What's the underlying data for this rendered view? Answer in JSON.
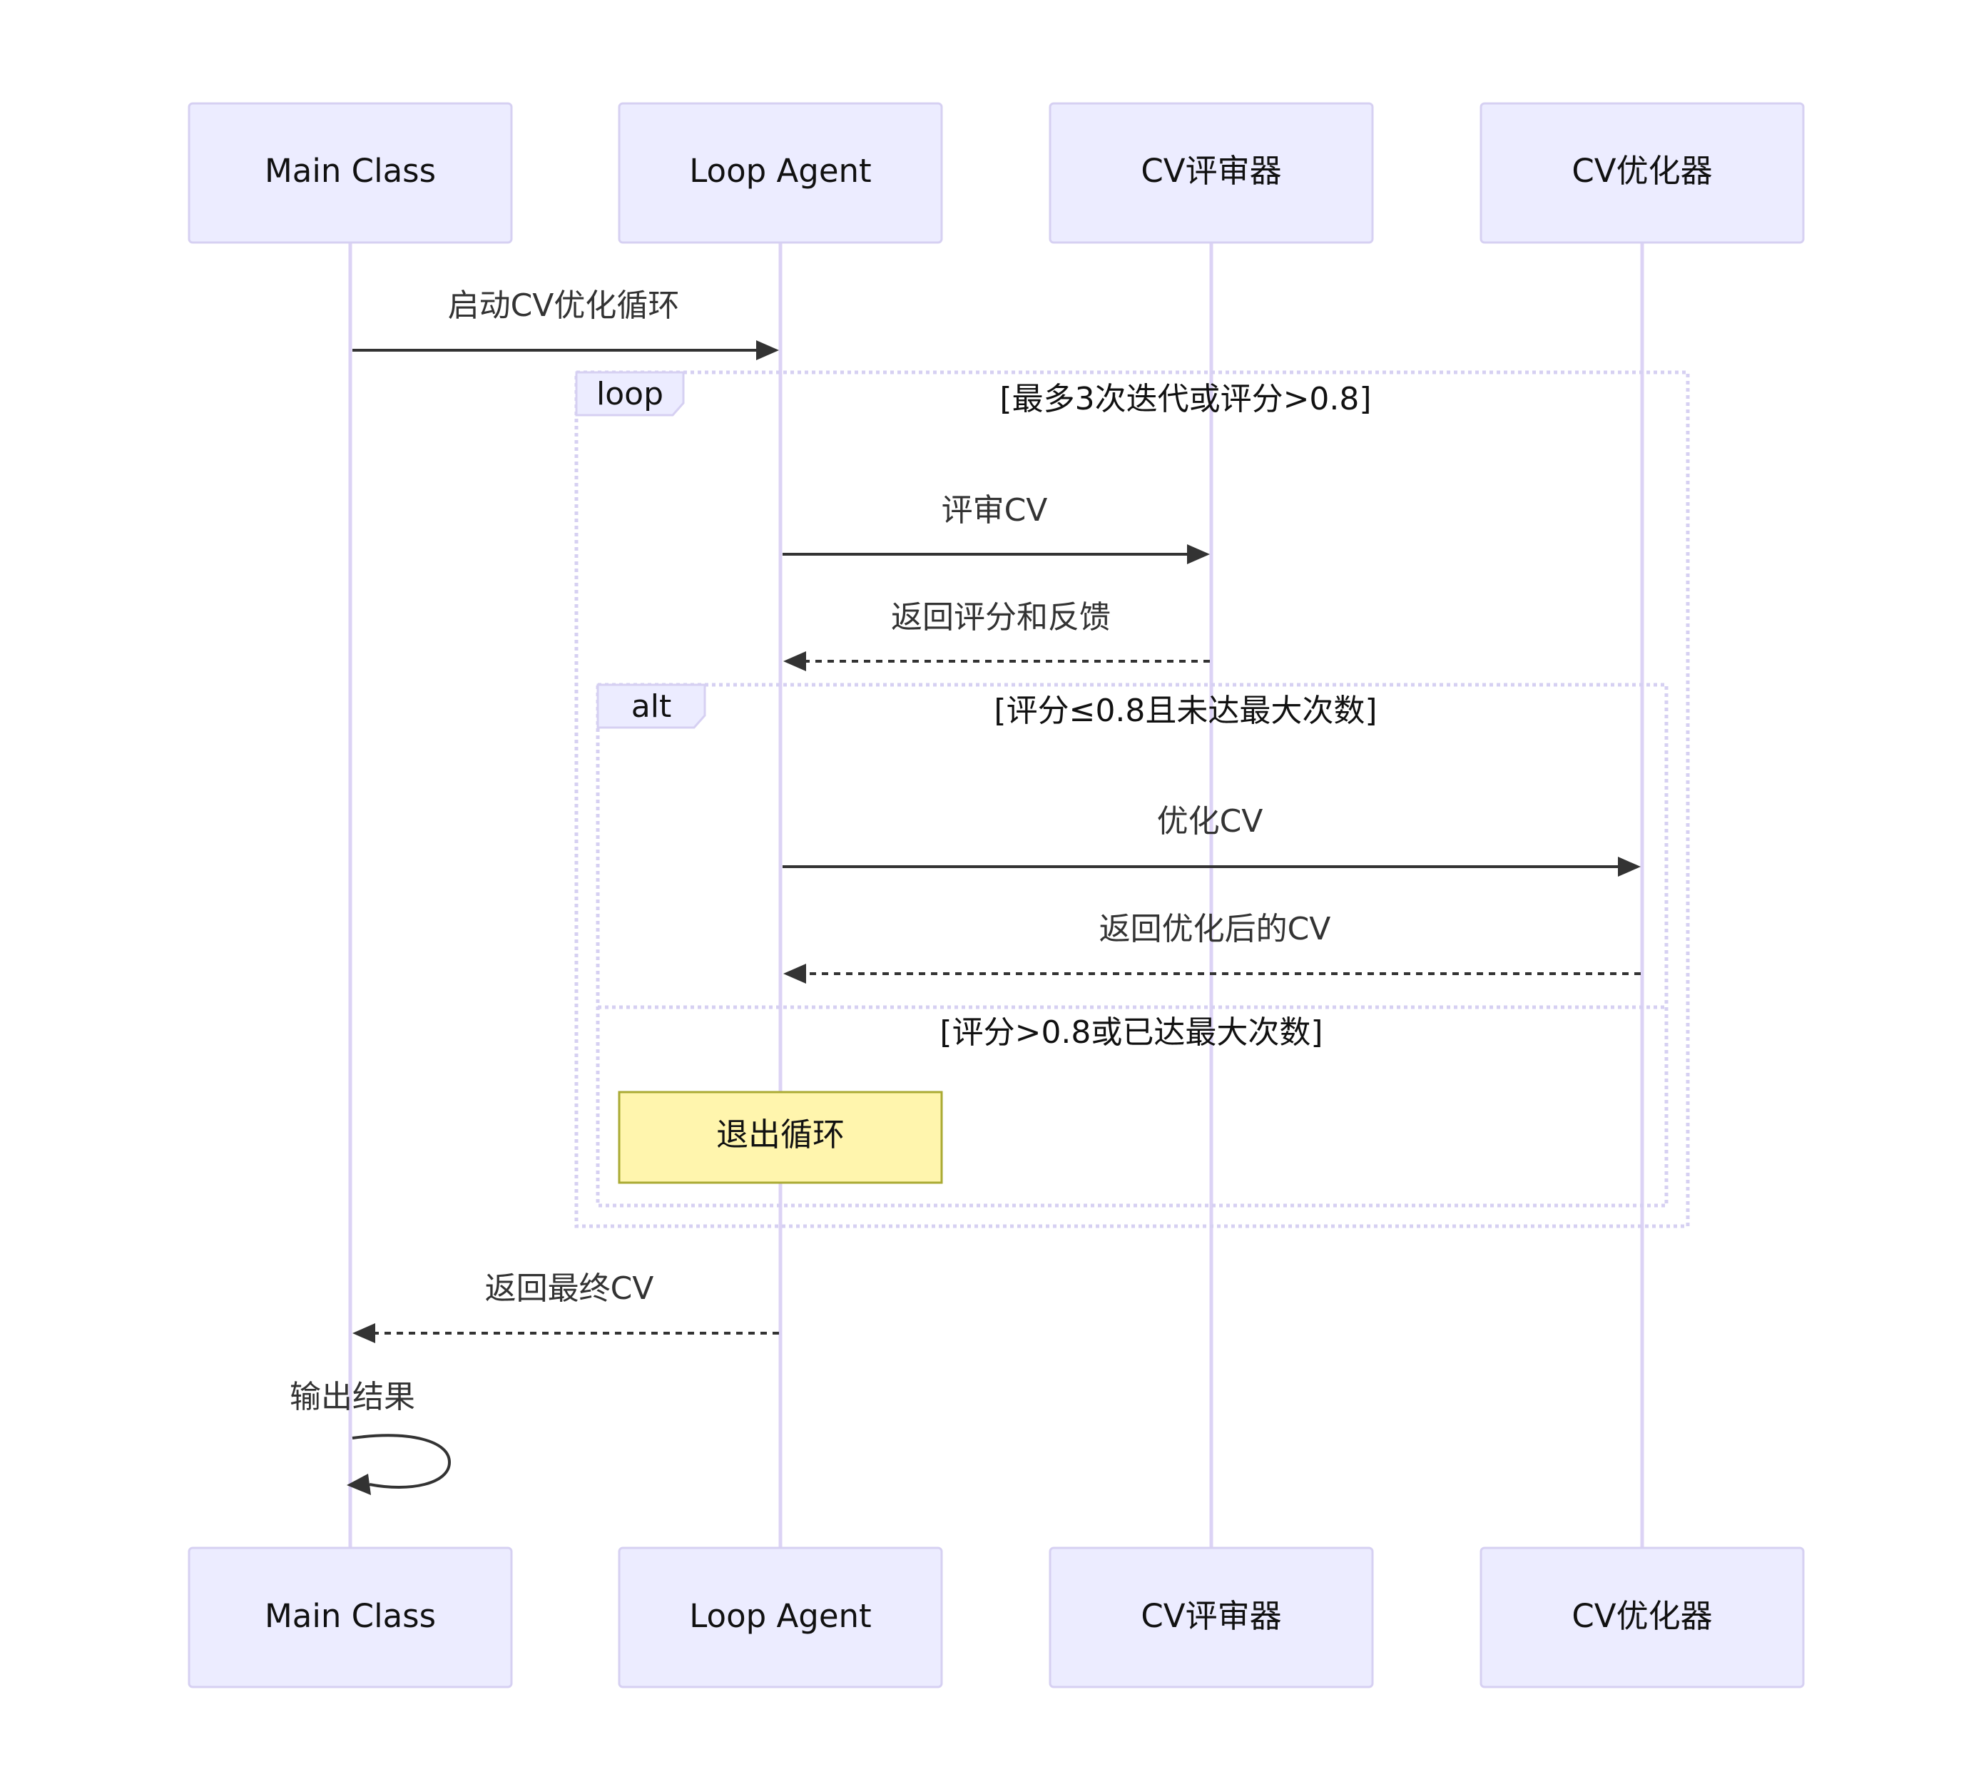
{
  "actors": [
    {
      "id": "main",
      "label": "Main Class"
    },
    {
      "id": "loop",
      "label": "Loop Agent"
    },
    {
      "id": "reviewer",
      "label": "CV评审器"
    },
    {
      "id": "optimizer",
      "label": "CV优化器"
    }
  ],
  "messages": [
    {
      "from": "main",
      "to": "loop",
      "label": "启动CV优化循环",
      "style": "solid"
    },
    {
      "from": "loop",
      "to": "reviewer",
      "label": "评审CV",
      "style": "solid"
    },
    {
      "from": "reviewer",
      "to": "loop",
      "label": "返回评分和反馈",
      "style": "dashed"
    },
    {
      "from": "loop",
      "to": "optimizer",
      "label": "优化CV",
      "style": "solid"
    },
    {
      "from": "optimizer",
      "to": "loop",
      "label": "返回优化后的CV",
      "style": "dashed"
    },
    {
      "from": "loop",
      "to": "main",
      "label": "返回最终CV",
      "style": "dashed"
    },
    {
      "from": "main",
      "to": "main",
      "label": "输出结果",
      "style": "solid"
    }
  ],
  "frames": {
    "loop": {
      "keyword": "loop",
      "condition": "[最多3次迭代或评分>0.8]"
    },
    "alt": {
      "keyword": "alt",
      "condition": "[评分≤0.8且未达最大次数]",
      "else_condition": "[评分>0.8或已达最大次数]"
    }
  },
  "notes": [
    {
      "over": "loop",
      "text": "退出循环"
    }
  ],
  "colors": {
    "actor_fill": "#ECECFF",
    "actor_border": "#D6D0F2",
    "lifeline": "#DCD3F5",
    "arrow": "#333333",
    "note_fill": "#FFF5AD",
    "note_border": "#AAAA33"
  }
}
